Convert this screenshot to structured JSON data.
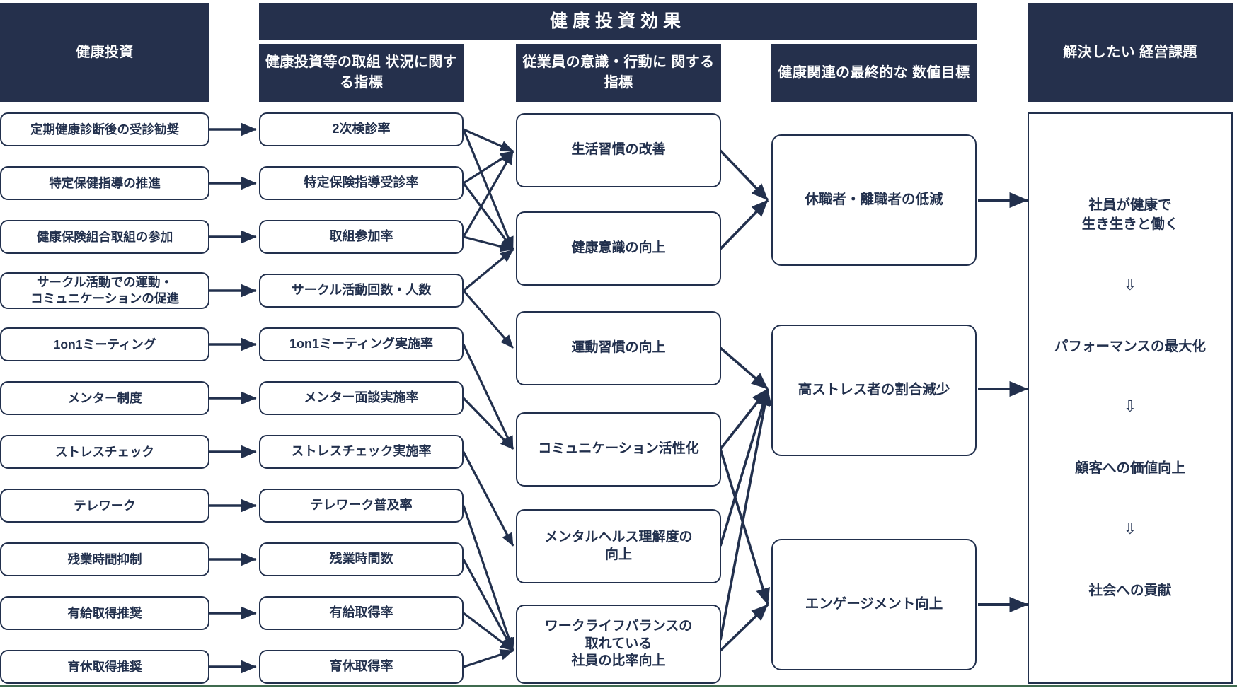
{
  "headers": {
    "col1": "健康投資",
    "effect_band": "健康投資効果",
    "col2": "健康投資等の取組\n状況に関する指標",
    "col3": "従業員の意識・行動に\n関する指標",
    "col4": "健康関連の最終的な\n数値目標",
    "col5": "解決したい\n経営課題"
  },
  "investments": [
    {
      "label": "定期健康診断後の受診勧奨"
    },
    {
      "label": "特定保健指導の推進"
    },
    {
      "label": "健康保険組合取組の参加"
    },
    {
      "label": "サークル活動での運動・\nコミュニケーションの促進"
    },
    {
      "label": "1on1ミーティング"
    },
    {
      "label": "メンター制度"
    },
    {
      "label": "ストレスチェック"
    },
    {
      "label": "テレワーク"
    },
    {
      "label": "残業時間抑制"
    },
    {
      "label": "有給取得推奨"
    },
    {
      "label": "育休取得推奨"
    }
  ],
  "activity_indicators": [
    {
      "label": "2次検診率"
    },
    {
      "label": "特定保険指導受診率"
    },
    {
      "label": "取組参加率"
    },
    {
      "label": "サークル活動回数・人数"
    },
    {
      "label": "1on1ミーティング実施率"
    },
    {
      "label": "メンター面談実施率"
    },
    {
      "label": "ストレスチェック実施率"
    },
    {
      "label": "テレワーク普及率"
    },
    {
      "label": "残業時間数"
    },
    {
      "label": "有給取得率"
    },
    {
      "label": "育休取得率"
    }
  ],
  "awareness_indicators": [
    {
      "label": "生活習慣の改善"
    },
    {
      "label": "健康意識の向上"
    },
    {
      "label": "運動習慣の向上"
    },
    {
      "label": "コミュニケーション活性化"
    },
    {
      "label": "メンタルヘルス理解度の\n向上"
    },
    {
      "label": "ワークライフバランスの\n取れている\n社員の比率向上"
    }
  ],
  "numeric_goals": [
    {
      "label": "休職者・離職者の低減"
    },
    {
      "label": "高ストレス者の割合減少"
    },
    {
      "label": "エンゲージメント向上"
    }
  ],
  "management_outcomes": [
    {
      "label": "社員が健康で\n生き生きと働く"
    },
    {
      "label": "パフォーマンスの最大化"
    },
    {
      "label": "顧客への価値向上"
    },
    {
      "label": "社会への貢献"
    }
  ],
  "outcome_arrow_glyph": "⇩",
  "colors": {
    "navy": "#25304c",
    "border": "#22304d",
    "text": "#22304d",
    "arrow": "#22304d",
    "background": "#ffffff",
    "baseline_green": "#3f6b4f"
  },
  "chart_data": {
    "type": "diagram",
    "title": "健康経営戦略マップ",
    "columns": [
      "健康投資",
      "健康投資等の取組状況に関する指標",
      "従業員の意識・行動に関する指標",
      "健康関連の最終的な数値目標",
      "解決したい経営課題"
    ],
    "edges_investment_to_activity": [
      [
        "定期健康診断後の受診勧奨",
        "2次検診率"
      ],
      [
        "特定保健指導の推進",
        "特定保険指導受診率"
      ],
      [
        "健康保険組合取組の参加",
        "取組参加率"
      ],
      [
        "サークル活動での運動・コミュニケーションの促進",
        "サークル活動回数・人数"
      ],
      [
        "1on1ミーティング",
        "1on1ミーティング実施率"
      ],
      [
        "メンター制度",
        "メンター面談実施率"
      ],
      [
        "ストレスチェック",
        "ストレスチェック実施率"
      ],
      [
        "テレワーク",
        "テレワーク普及率"
      ],
      [
        "残業時間抑制",
        "残業時間数"
      ],
      [
        "有給取得推奨",
        "有給取得率"
      ],
      [
        "育休取得推奨",
        "育休取得率"
      ]
    ],
    "edges_activity_to_awareness": [
      [
        "2次検診率",
        "生活習慣の改善"
      ],
      [
        "2次検診率",
        "健康意識の向上"
      ],
      [
        "特定保険指導受診率",
        "生活習慣の改善"
      ],
      [
        "特定保険指導受診率",
        "健康意識の向上"
      ],
      [
        "取組参加率",
        "生活習慣の改善"
      ],
      [
        "取組参加率",
        "健康意識の向上"
      ],
      [
        "サークル活動回数・人数",
        "健康意識の向上"
      ],
      [
        "サークル活動回数・人数",
        "運動習慣の向上"
      ],
      [
        "1on1ミーティング実施率",
        "コミュニケーション活性化"
      ],
      [
        "メンター面談実施率",
        "コミュニケーション活性化"
      ],
      [
        "ストレスチェック実施率",
        "メンタルヘルス理解度の向上"
      ],
      [
        "テレワーク普及率",
        "ワークライフバランスの取れている社員の比率向上"
      ],
      [
        "残業時間数",
        "ワークライフバランスの取れている社員の比率向上"
      ],
      [
        "有給取得率",
        "ワークライフバランスの取れている社員の比率向上"
      ],
      [
        "育休取得率",
        "ワークライフバランスの取れている社員の比率向上"
      ]
    ],
    "edges_awareness_to_goal": [
      [
        "生活習慣の改善",
        "休職者・離職者の低減"
      ],
      [
        "健康意識の向上",
        "休職者・離職者の低減"
      ],
      [
        "運動習慣の向上",
        "高ストレス者の割合減少"
      ],
      [
        "コミュニケーション活性化",
        "高ストレス者の割合減少"
      ],
      [
        "コミュニケーション活性化",
        "エンゲージメント向上"
      ],
      [
        "メンタルヘルス理解度の向上",
        "高ストレス者の割合減少"
      ],
      [
        "ワークライフバランスの取れている社員の比率向上",
        "高ストレス者の割合減少"
      ],
      [
        "ワークライフバランスの取れている社員の比率向上",
        "エンゲージメント向上"
      ]
    ],
    "edges_goal_to_outcome": [
      [
        "休職者・離職者の低減",
        "解決したい経営課題"
      ],
      [
        "高ストレス者の割合減少",
        "解決したい経営課題"
      ],
      [
        "エンゲージメント向上",
        "解決したい経営課題"
      ]
    ]
  }
}
